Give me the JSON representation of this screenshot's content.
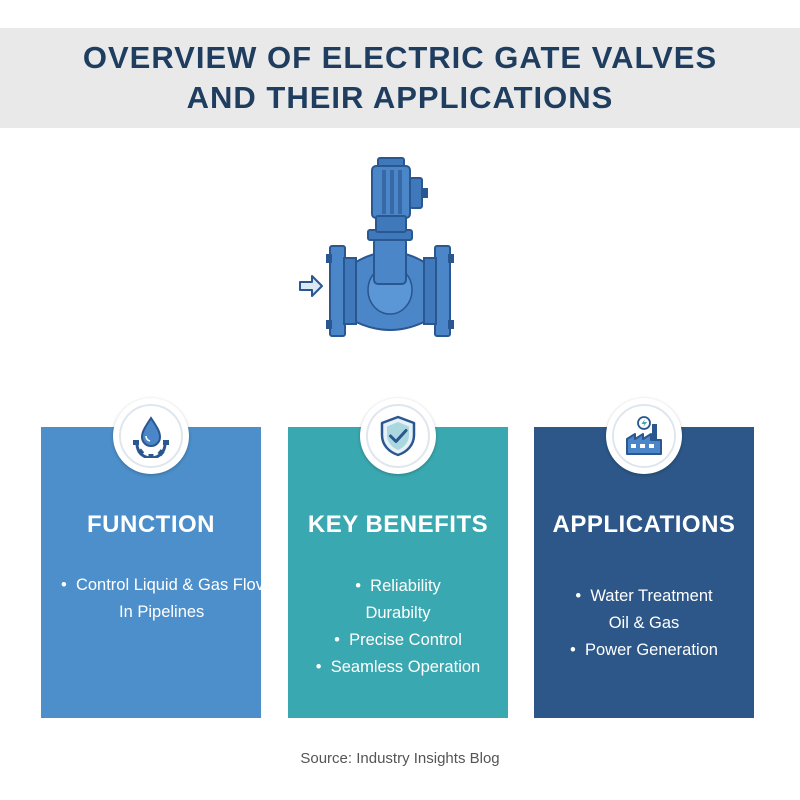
{
  "header": {
    "title_line1": "OVERVIEW OF ELECTRIC GATE VALVES",
    "title_line2": "AND THEIR APPLICATIONS"
  },
  "illustration": {
    "icon": "electric-gate-valve-icon",
    "flow_icon": "flow-arrow-icon"
  },
  "colors": {
    "title": "#1e3d5f",
    "banner_bg": "#e9e9e9",
    "function_card": "#4c8fcb",
    "benefits_card": "#3aa8b0",
    "applications_card": "#2c5788",
    "valve_blue": "#4a86c8",
    "valve_dark": "#2a578f"
  },
  "cards": {
    "function": {
      "icon": "water-drop-gear-icon",
      "title": "FUNCTION",
      "items": [
        "Control Liquid & Gas Flov",
        "In Pipelines"
      ]
    },
    "benefits": {
      "icon": "shield-check-icon",
      "title": "KEY BENEFITS",
      "items": [
        "Reliability",
        "Durabilty",
        "Precise Control",
        "Seamless Operation"
      ]
    },
    "applications": {
      "icon": "factory-power-icon",
      "title": "APPLICATIONS",
      "items": [
        "Water Treatment",
        "Oil & Gas",
        "Power Generation"
      ]
    }
  },
  "footer": {
    "source": "Source: Industry Insights Blog"
  }
}
